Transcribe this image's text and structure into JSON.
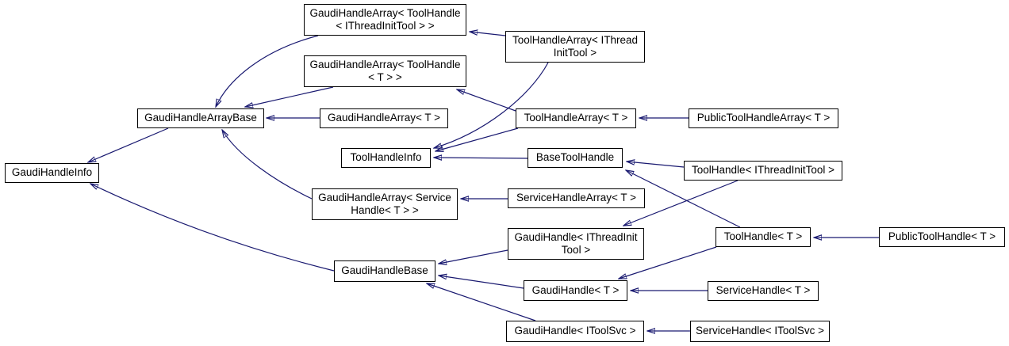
{
  "diagram": {
    "kind": "class-inheritance-graph",
    "colors": {
      "edge": "#191970",
      "node_border": "#000000",
      "node_fill": "#ffffff",
      "background": "#ffffff",
      "text": "#000000"
    },
    "nodes": [
      {
        "id": "gaudihandlearray-toolhandle-ithreadinittool",
        "lines": [
          "GaudiHandleArray< ToolHandle",
          "< IThreadInitTool > >"
        ]
      },
      {
        "id": "gaudihandlearray-toolhandle-t",
        "lines": [
          "GaudiHandleArray< ToolHandle",
          "< T > >"
        ]
      },
      {
        "id": "toolhandlearray-ithreadinittool",
        "lines": [
          "ToolHandleArray< IThread",
          "InitTool >"
        ]
      },
      {
        "id": "gaudihandlearraybase",
        "lines": [
          "GaudiHandleArrayBase"
        ]
      },
      {
        "id": "gaudihandlearray-t",
        "lines": [
          "GaudiHandleArray< T >"
        ]
      },
      {
        "id": "toolhandlearray-t",
        "lines": [
          "ToolHandleArray< T >"
        ]
      },
      {
        "id": "publictoolhandlearray-t",
        "lines": [
          "PublicToolHandleArray< T >"
        ]
      },
      {
        "id": "gaudihandleinfo",
        "lines": [
          "GaudiHandleInfo"
        ]
      },
      {
        "id": "toolhandleinfo",
        "lines": [
          "ToolHandleInfo"
        ]
      },
      {
        "id": "basetoolhandle",
        "lines": [
          "BaseToolHandle"
        ]
      },
      {
        "id": "toolhandle-ithreadinittool",
        "lines": [
          "ToolHandle< IThreadInitTool >"
        ]
      },
      {
        "id": "gaudihandlearray-servicehandle-t",
        "lines": [
          "GaudiHandleArray< Service",
          "Handle< T > >"
        ]
      },
      {
        "id": "servicehandlearray-t",
        "lines": [
          "ServiceHandleArray< T >"
        ]
      },
      {
        "id": "gaudihandle-ithreadinittool",
        "lines": [
          "GaudiHandle< IThreadInit",
          "Tool >"
        ]
      },
      {
        "id": "toolhandle-t",
        "lines": [
          "ToolHandle< T >"
        ]
      },
      {
        "id": "publictoolhandle-t",
        "lines": [
          "PublicToolHandle< T >"
        ]
      },
      {
        "id": "gaudihandlebase",
        "lines": [
          "GaudiHandleBase"
        ]
      },
      {
        "id": "gaudihandle-t",
        "lines": [
          "GaudiHandle< T >"
        ]
      },
      {
        "id": "servicehandle-t",
        "lines": [
          "ServiceHandle< T >"
        ]
      },
      {
        "id": "gaudihandle-itoolsvc",
        "lines": [
          "GaudiHandle< IToolSvc >"
        ]
      },
      {
        "id": "servicehandle-itoolsvc",
        "lines": [
          "ServiceHandle< IToolSvc >"
        ]
      }
    ],
    "edges": [
      {
        "from": "gaudihandlearraybase",
        "to": "gaudihandleinfo"
      },
      {
        "from": "gaudihandlebase",
        "to": "gaudihandleinfo"
      },
      {
        "from": "gaudihandlearray-toolhandle-ithreadinittool",
        "to": "gaudihandlearraybase"
      },
      {
        "from": "gaudihandlearray-toolhandle-t",
        "to": "gaudihandlearraybase"
      },
      {
        "from": "gaudihandlearray-t",
        "to": "gaudihandlearraybase"
      },
      {
        "from": "gaudihandlearray-servicehandle-t",
        "to": "gaudihandlearraybase"
      },
      {
        "from": "toolhandlearray-ithreadinittool",
        "to": "gaudihandlearray-toolhandle-ithreadinittool"
      },
      {
        "from": "toolhandlearray-ithreadinittool",
        "to": "toolhandleinfo"
      },
      {
        "from": "toolhandlearray-t",
        "to": "gaudihandlearray-toolhandle-t"
      },
      {
        "from": "toolhandlearray-t",
        "to": "toolhandleinfo"
      },
      {
        "from": "publictoolhandlearray-t",
        "to": "toolhandlearray-t"
      },
      {
        "from": "basetoolhandle",
        "to": "toolhandleinfo"
      },
      {
        "from": "toolhandle-ithreadinittool",
        "to": "basetoolhandle"
      },
      {
        "from": "toolhandle-ithreadinittool",
        "to": "gaudihandle-ithreadinittool"
      },
      {
        "from": "toolhandle-t",
        "to": "basetoolhandle"
      },
      {
        "from": "toolhandle-t",
        "to": "gaudihandle-t"
      },
      {
        "from": "publictoolhandle-t",
        "to": "toolhandle-t"
      },
      {
        "from": "servicehandlearray-t",
        "to": "gaudihandlearray-servicehandle-t"
      },
      {
        "from": "gaudihandle-ithreadinittool",
        "to": "gaudihandlebase"
      },
      {
        "from": "gaudihandle-t",
        "to": "gaudihandlebase"
      },
      {
        "from": "servicehandle-t",
        "to": "gaudihandle-t"
      },
      {
        "from": "gaudihandle-itoolsvc",
        "to": "gaudihandlebase"
      },
      {
        "from": "servicehandle-itoolsvc",
        "to": "gaudihandle-itoolsvc"
      }
    ]
  }
}
